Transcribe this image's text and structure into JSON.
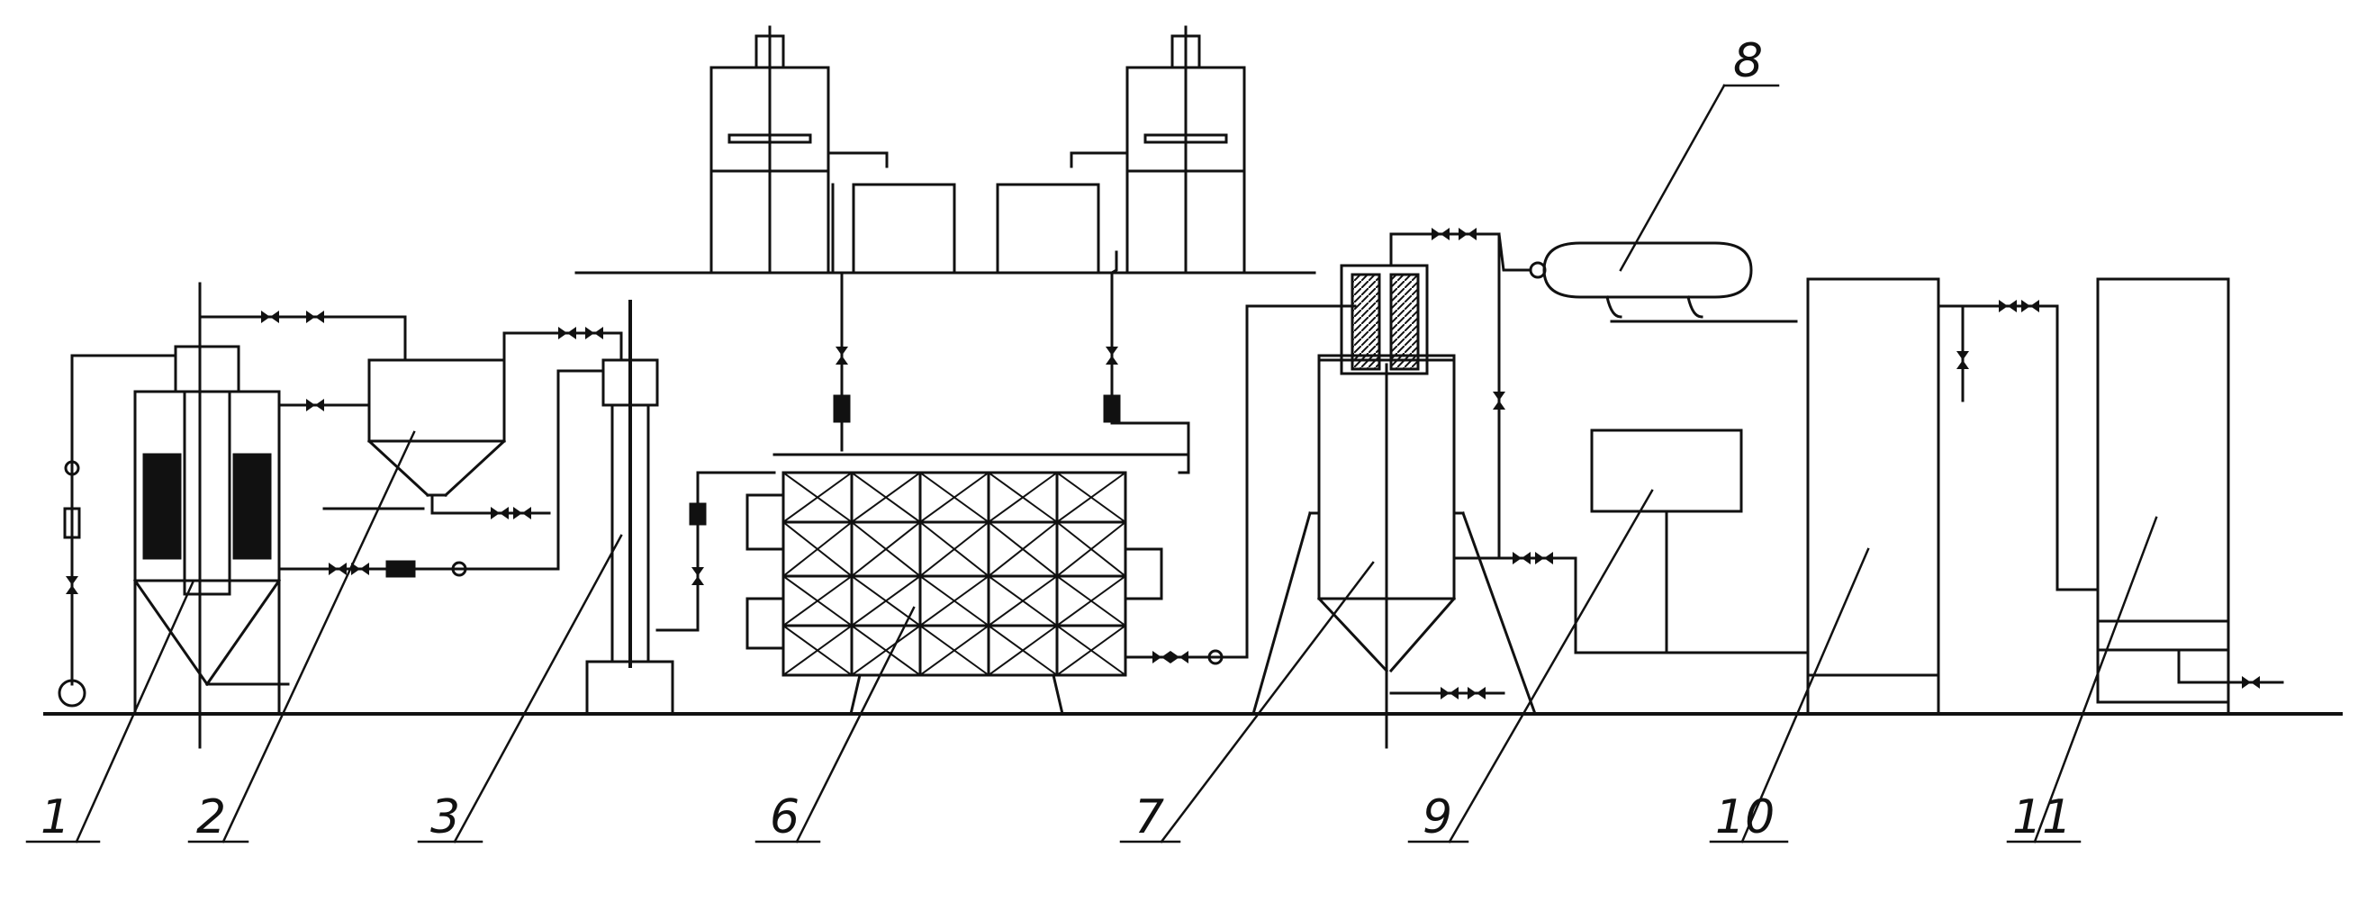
{
  "callouts": [
    "1",
    "2",
    "3",
    "6",
    "7",
    "9",
    "10",
    "11",
    "8"
  ],
  "colors": {
    "ink": "#111111",
    "paper": "#ffffff"
  }
}
